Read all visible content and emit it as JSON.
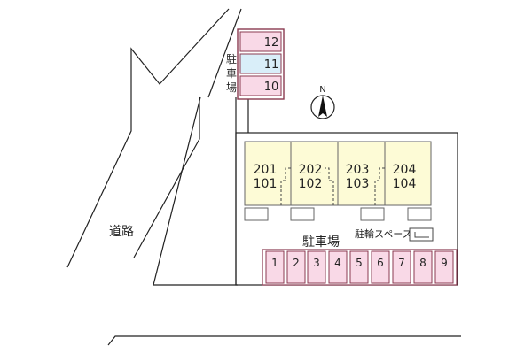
{
  "upper_parking": {
    "label_chars": [
      "駐",
      "車",
      "場"
    ],
    "spaces": [
      {
        "number": "12",
        "color": "#f9d9e7"
      },
      {
        "number": "11",
        "color": "#d9eef9"
      },
      {
        "number": "10",
        "color": "#f9d9e7"
      }
    ]
  },
  "compass": {
    "letter": "N"
  },
  "road": {
    "label": "道路"
  },
  "building": {
    "fill": "#fdfbd6",
    "units": [
      {
        "upper": "201",
        "lower": "101"
      },
      {
        "upper": "202",
        "lower": "102"
      },
      {
        "upper": "203",
        "lower": "103"
      },
      {
        "upper": "204",
        "lower": "104"
      }
    ]
  },
  "parking": {
    "label": "駐車場",
    "fill": "#f9d9e7",
    "spaces": [
      "1",
      "2",
      "3",
      "4",
      "5",
      "6",
      "7",
      "8",
      "9"
    ]
  },
  "bike_space": {
    "label": "駐輪スペース"
  }
}
